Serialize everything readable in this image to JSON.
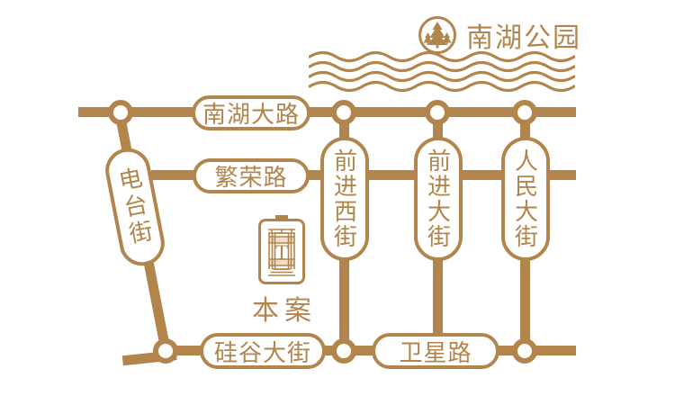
{
  "colors": {
    "brand": "#b2854c",
    "background": "#ffffff"
  },
  "park": {
    "label": "南湖公园",
    "icon": "pine-trees-badge-icon"
  },
  "water": {
    "icon": "waves-icon",
    "wave_count": 4
  },
  "roads": {
    "nanhu_avenue": {
      "label": "南湖大路"
    },
    "fanrong_road": {
      "label": "繁荣路"
    },
    "diantai_street": {
      "label": "电台街"
    },
    "qianjin_west_street": {
      "label": "前进西街"
    },
    "qianjin_avenue": {
      "label": "前进大街"
    },
    "renmin_avenue": {
      "label": "人民大街"
    },
    "guigu_avenue": {
      "label": "硅谷大街"
    },
    "weixing_road": {
      "label": "卫星路"
    }
  },
  "site": {
    "label": "本案",
    "logo_letter": "T"
  }
}
